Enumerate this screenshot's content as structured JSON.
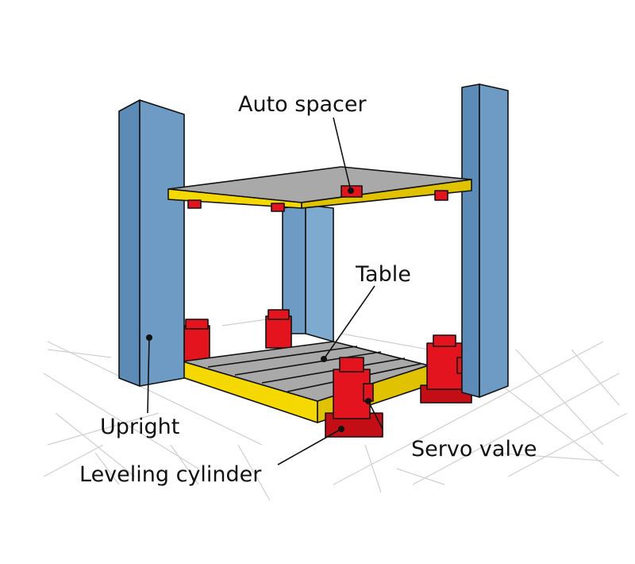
{
  "labels": {
    "auto_spacer": "Auto spacer",
    "table": "Table",
    "upright": "Upright",
    "servo_valve": "Servo valve",
    "leveling_cylinder": "Leveling cylinder"
  },
  "colors": {
    "upright": "#6d9bc3",
    "upright_shadow": "#4f7ea8",
    "frame": "#f5d800",
    "cylinder": "#e3141e",
    "table": "#a9a9a9",
    "grid": "#cfcfcf"
  }
}
